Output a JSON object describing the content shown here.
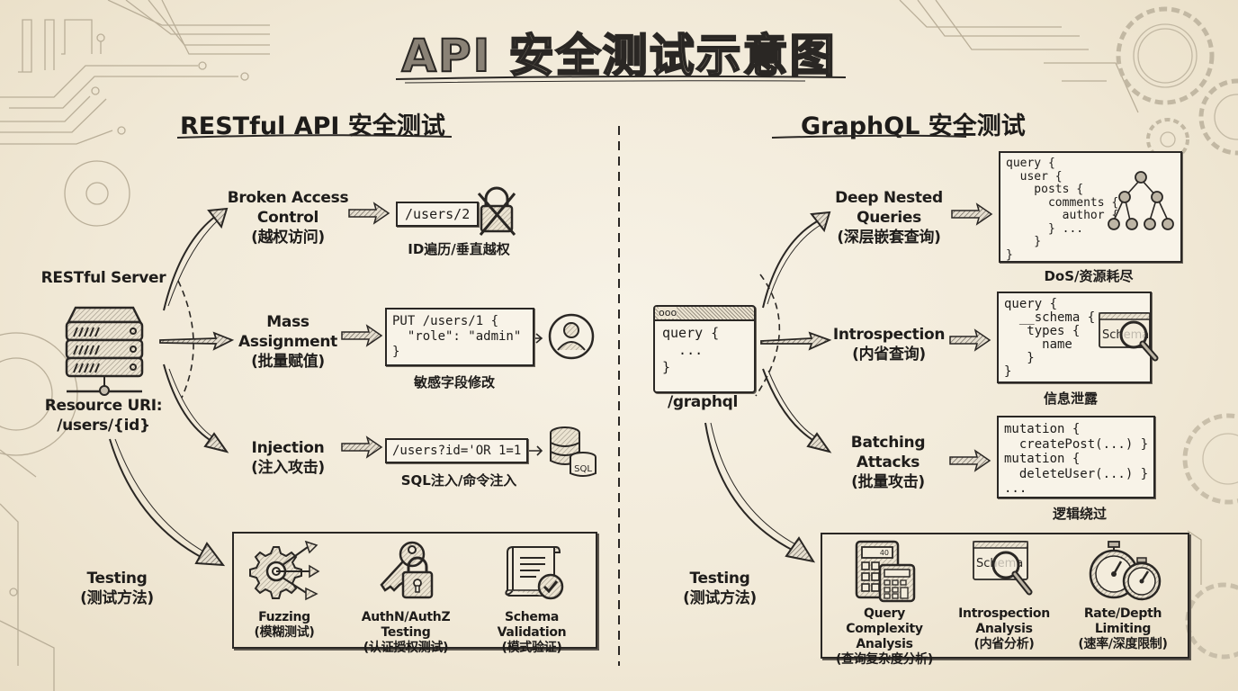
{
  "title": "API 安全测试示意图",
  "rest": {
    "heading": "RESTful API 安全测试",
    "server_label": "RESTful Server",
    "resource_label_1": "Resource URI:",
    "resource_label_2": "/users/{id}",
    "attacks": [
      {
        "name_lines": [
          "Broken Access",
          "Control",
          "(越权访问)"
        ],
        "example": "/users/2",
        "caption": "ID遍历/垂直越权",
        "icon": "crossed-lock-icon"
      },
      {
        "name_lines": [
          "Mass",
          "Assignment",
          "(批量赋值)"
        ],
        "example": "PUT /users/1 {\n  \"role\": \"admin\"\n}",
        "caption": "敏感字段修改",
        "icon": "user-avatar-icon"
      },
      {
        "name_lines": [
          "Injection",
          "(注入攻击)"
        ],
        "example": "/users?id='OR 1=1",
        "caption": "SQL注入/命令注入",
        "icon": "sql-database-icon",
        "icon_text": "SQL"
      }
    ],
    "testing_label_1": "Testing",
    "testing_label_2": "(测试方法)",
    "tests": [
      {
        "lines": [
          "Fuzzing",
          "(模糊测试)"
        ],
        "icon": "fuzzing-gear-icon"
      },
      {
        "lines": [
          "AuthN/AuthZ Testing",
          "(认证授权测试)"
        ],
        "icon": "key-lock-icon"
      },
      {
        "lines": [
          "Schema Validation",
          "(模式验证)"
        ],
        "icon": "schema-check-icon"
      }
    ]
  },
  "graphql": {
    "heading": "GraphQL 安全测试",
    "endpoint_code": "query {\n  ...\n}",
    "endpoint_label": "/graphql",
    "attacks": [
      {
        "name_lines": [
          "Deep Nested",
          "Queries",
          "(深层嵌套查询)"
        ],
        "example": "query {\n  user {\n    posts {\n      comments {\n        author {\n      } ...\n    }\n}",
        "caption": "DoS/资源耗尽",
        "icon": "tree-graph-icon"
      },
      {
        "name_lines": [
          "Introspection",
          "(内省查询)"
        ],
        "example": "query {\n  __schema {\n   types {\n     name\n   }\n}",
        "caption": "信息泄露",
        "icon": "schema-magnifier-icon",
        "icon_text": "Schema"
      },
      {
        "name_lines": [
          "Batching",
          "Attacks",
          "(批量攻击)"
        ],
        "example": "mutation {\n  createPost(...) }\nmutation {\n  deleteUser(...) }\n...",
        "caption": "逻辑绕过",
        "icon": "none"
      }
    ],
    "testing_label_1": "Testing",
    "testing_label_2": "(测试方法)",
    "tests": [
      {
        "lines": [
          "Query Complexity",
          "Analysis",
          "(查询复杂度分析)"
        ],
        "icon": "calculator-icon",
        "icon_text": "40"
      },
      {
        "lines": [
          "Introspection",
          "Analysis",
          "(内省分析)"
        ],
        "icon": "schema-magnifier-icon",
        "icon_text": "Schema"
      },
      {
        "lines": [
          "Rate/Depth",
          "Limiting",
          "(速率/深度限制)"
        ],
        "icon": "stopwatch-icon"
      }
    ]
  }
}
